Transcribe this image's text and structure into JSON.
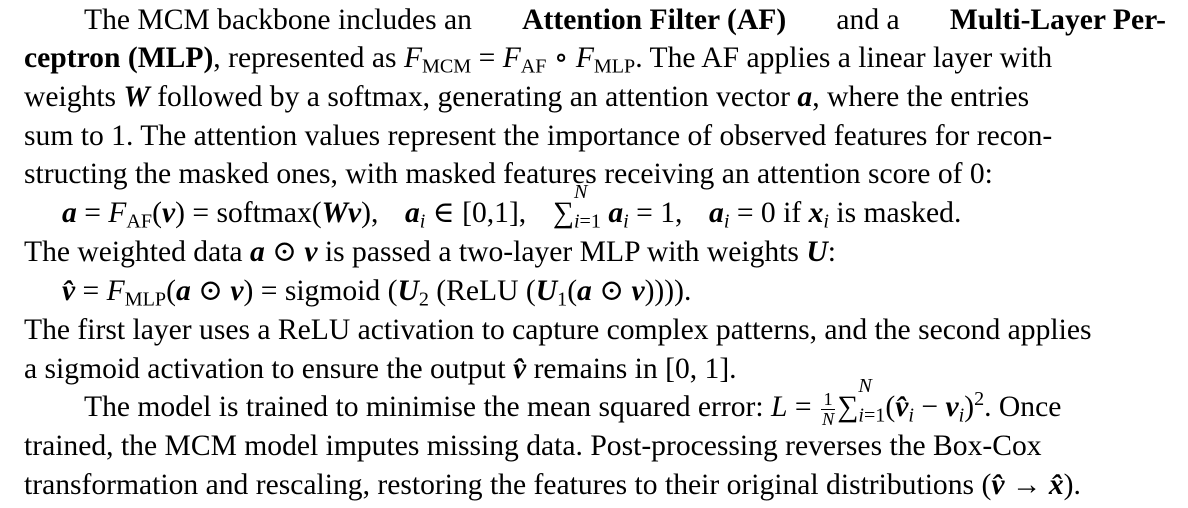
{
  "paragraph1": {
    "lines": [
      "The MCM backbone includes an Attention Filter (AF) and a Multi-Layer Per-",
      "ceptron (MLP), represented as F_MCM = F_AF ∘ F_MLP. The AF applies a linear layer with",
      "weights W followed by a softmax, generating an attention vector a, where the entries",
      "sum to 1. The attention values represent the importance of observed features for recon-",
      "structing the masked ones, with masked features receiving an attention score of 0:"
    ],
    "t_the_mcm_backbone": "The MCM backbone includes an",
    "t_af_term": "Attention Filter (AF)",
    "t_and_a": "and a",
    "t_mlp_term_1": "Multi-Layer Per-",
    "t_mlp_term_2": "ceptron (MLP)",
    "t_represented_as": ", represented as",
    "t_af_applies": ". The AF applies a linear layer with",
    "t_weights": "weights",
    "t_followed_by": "followed by a softmax, generating an attention vector",
    "t_where_entries": ", where the entries",
    "t_line4": "sum to 1. The attention values represent the importance of observed features for recon-",
    "t_line5": "structing the masked ones, with masked features receiving an attention score of 0:"
  },
  "equation1": {
    "softmax": "softmax",
    "if_masked": "is masked."
  },
  "paragraph2": {
    "t_weighted_data": "The weighted data",
    "t_passed_mlp": "is passed a two-layer MLP with weights"
  },
  "equation2": {
    "sigmoid": "sigmoid",
    "relu": "ReLU"
  },
  "paragraph3": {
    "t_line1": "The first layer uses a ReLU activation to capture complex patterns, and the second applies",
    "t_line2a": "a sigmoid activation to ensure the output",
    "t_line2b": "remains in"
  },
  "paragraph4": {
    "t_model_trained": "The model is trained to minimise the mean squared error:",
    "t_once": ". Once",
    "t_line2": "trained, the MCM model imputes missing data. Post-processing reverses the Box-Cox",
    "t_line3a": "transformation and rescaling, restoring the features to their original distributions"
  }
}
